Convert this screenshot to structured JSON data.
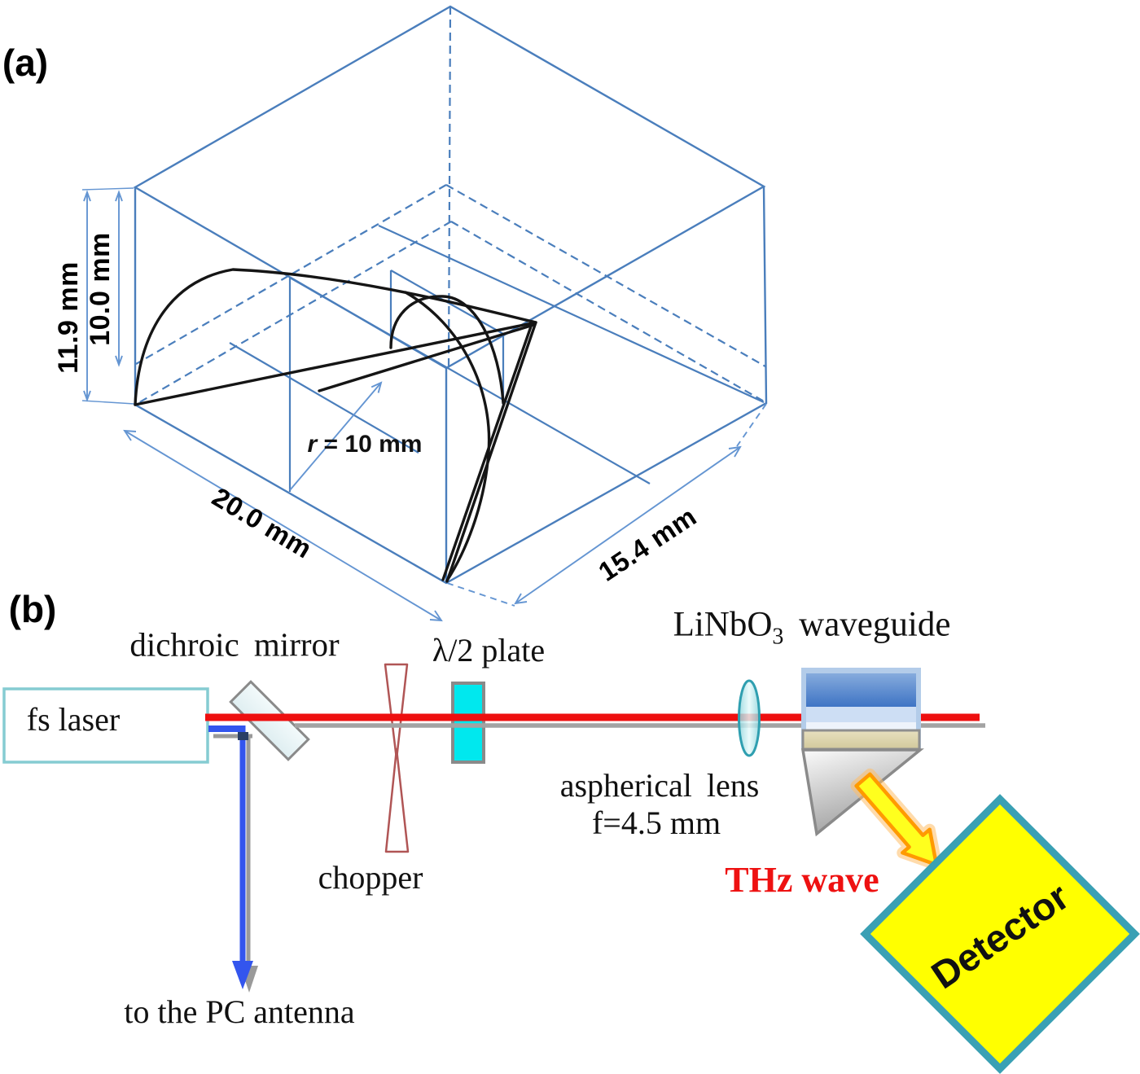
{
  "figure": {
    "panel_a": {
      "label": "(a)",
      "dimensions": {
        "outer_height": "11.9 mm",
        "inner_height": "10.0 mm",
        "width": "20.0 mm",
        "depth": "15.4 mm"
      },
      "radius": {
        "symbol": "r",
        "value": " = 10 mm"
      }
    },
    "panel_b": {
      "label": "(b)",
      "laser": "fs laser",
      "dichroic_mirror": "dichroic mirror",
      "chopper": "chopper",
      "half_wave_plate": "λ/2 plate",
      "aspherical_lens_line1": "aspherical lens",
      "aspherical_lens_line2": "f=4.5 mm",
      "waveguide": {
        "prefix": "LiNbO",
        "subscript": "3",
        "suffix": " waveguide"
      },
      "thz_wave": "THz wave",
      "pc_antenna": "to the PC antenna",
      "detector": "Detector"
    },
    "colors": {
      "wireframe_blue": "#4a7ebc",
      "beam_red": "#ee0f0f",
      "pump_blue": "#3355ee",
      "thz_text_red": "#ee1111",
      "detector_yellow": "#ffff00",
      "detector_border_teal": "#3aa0b4",
      "plate_cyan": "#00e8ee",
      "arrow_orange": "#ff9a00"
    }
  }
}
